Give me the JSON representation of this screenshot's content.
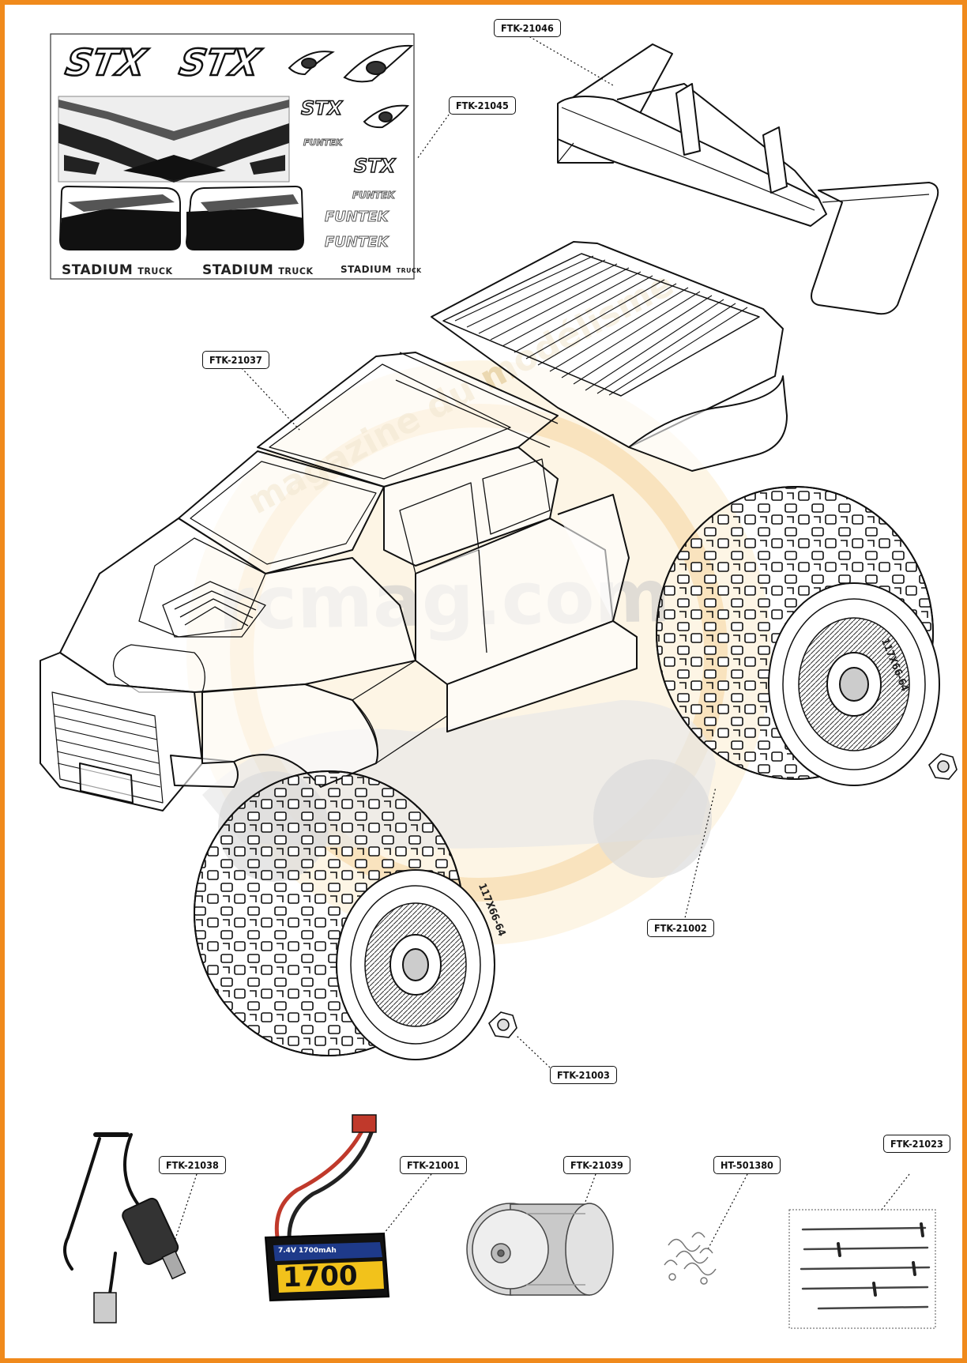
{
  "part_labels": {
    "wing": "FTK-21046",
    "decals": "FTK-21045",
    "body": "FTK-21037",
    "wheel": "FTK-21002",
    "nut": "FTK-21003",
    "charger": "FTK-21038",
    "battery": "FTK-21001",
    "motor": "FTK-21039",
    "clips": "HT-501380",
    "screws": "FTK-21023"
  },
  "decal_sheet": {
    "logo_large": "STX",
    "logo_small": "STX",
    "brand": "FUNTEK",
    "stadium_big": "STADIUM",
    "stadium_small": "TRUCK"
  },
  "tire_marking": "117X66-64",
  "battery": {
    "capacity": "1700",
    "small_text": "7.4V 1700mAh"
  },
  "watermark": {
    "domain": "rcmag.com",
    "tagline": "magazine du modélisme",
    "accent_color": "#f2c26b"
  },
  "frame_color": "#f08a1c"
}
